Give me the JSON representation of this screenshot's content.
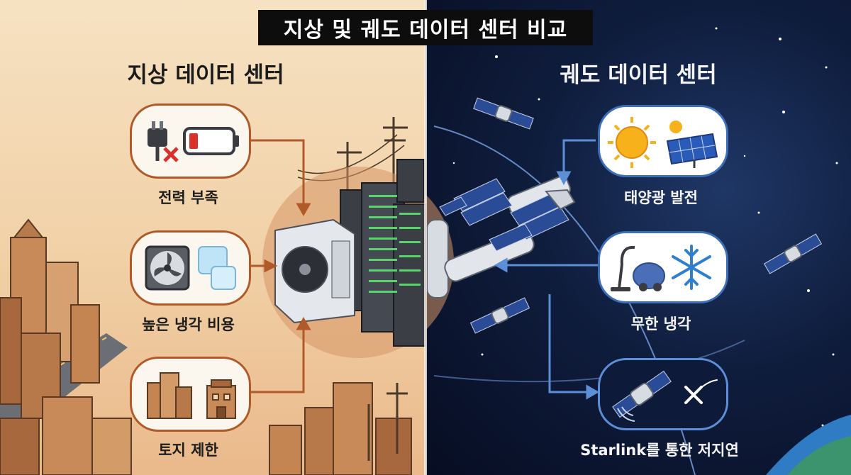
{
  "title": "지상 및 궤도 데이터 센터 비교",
  "left": {
    "heading": "지상 데이터 센터",
    "items": [
      {
        "label": "전력 부족",
        "icons": [
          "power-plug-icon",
          "empty-battery-icon",
          "red-x-icon"
        ]
      },
      {
        "label": "높은 냉각 비용",
        "icons": [
          "cooling-fan-icon",
          "ice-cubes-icon"
        ]
      },
      {
        "label": "토지 제한",
        "icons": [
          "city-buildings-icon"
        ]
      }
    ]
  },
  "right": {
    "heading": "궤도 데이터 센터",
    "items": [
      {
        "label": "태양광 발전",
        "icons": [
          "sun-icon",
          "solar-panel-icon"
        ]
      },
      {
        "label": "무한 냉각",
        "icons": [
          "vacuum-cleaner-icon",
          "snowflake-icon"
        ]
      },
      {
        "label": "Starlink를 통한 저지연",
        "icons": [
          "satellite-icon",
          "starlink-x-logo-icon"
        ]
      }
    ]
  },
  "colors": {
    "left_bg": "#f1d0a6",
    "right_bg": "#0f1d3d",
    "left_arrow": "#b05a2a",
    "right_arrow": "#5c8fd8",
    "title_bg": "#0d0d0d"
  }
}
